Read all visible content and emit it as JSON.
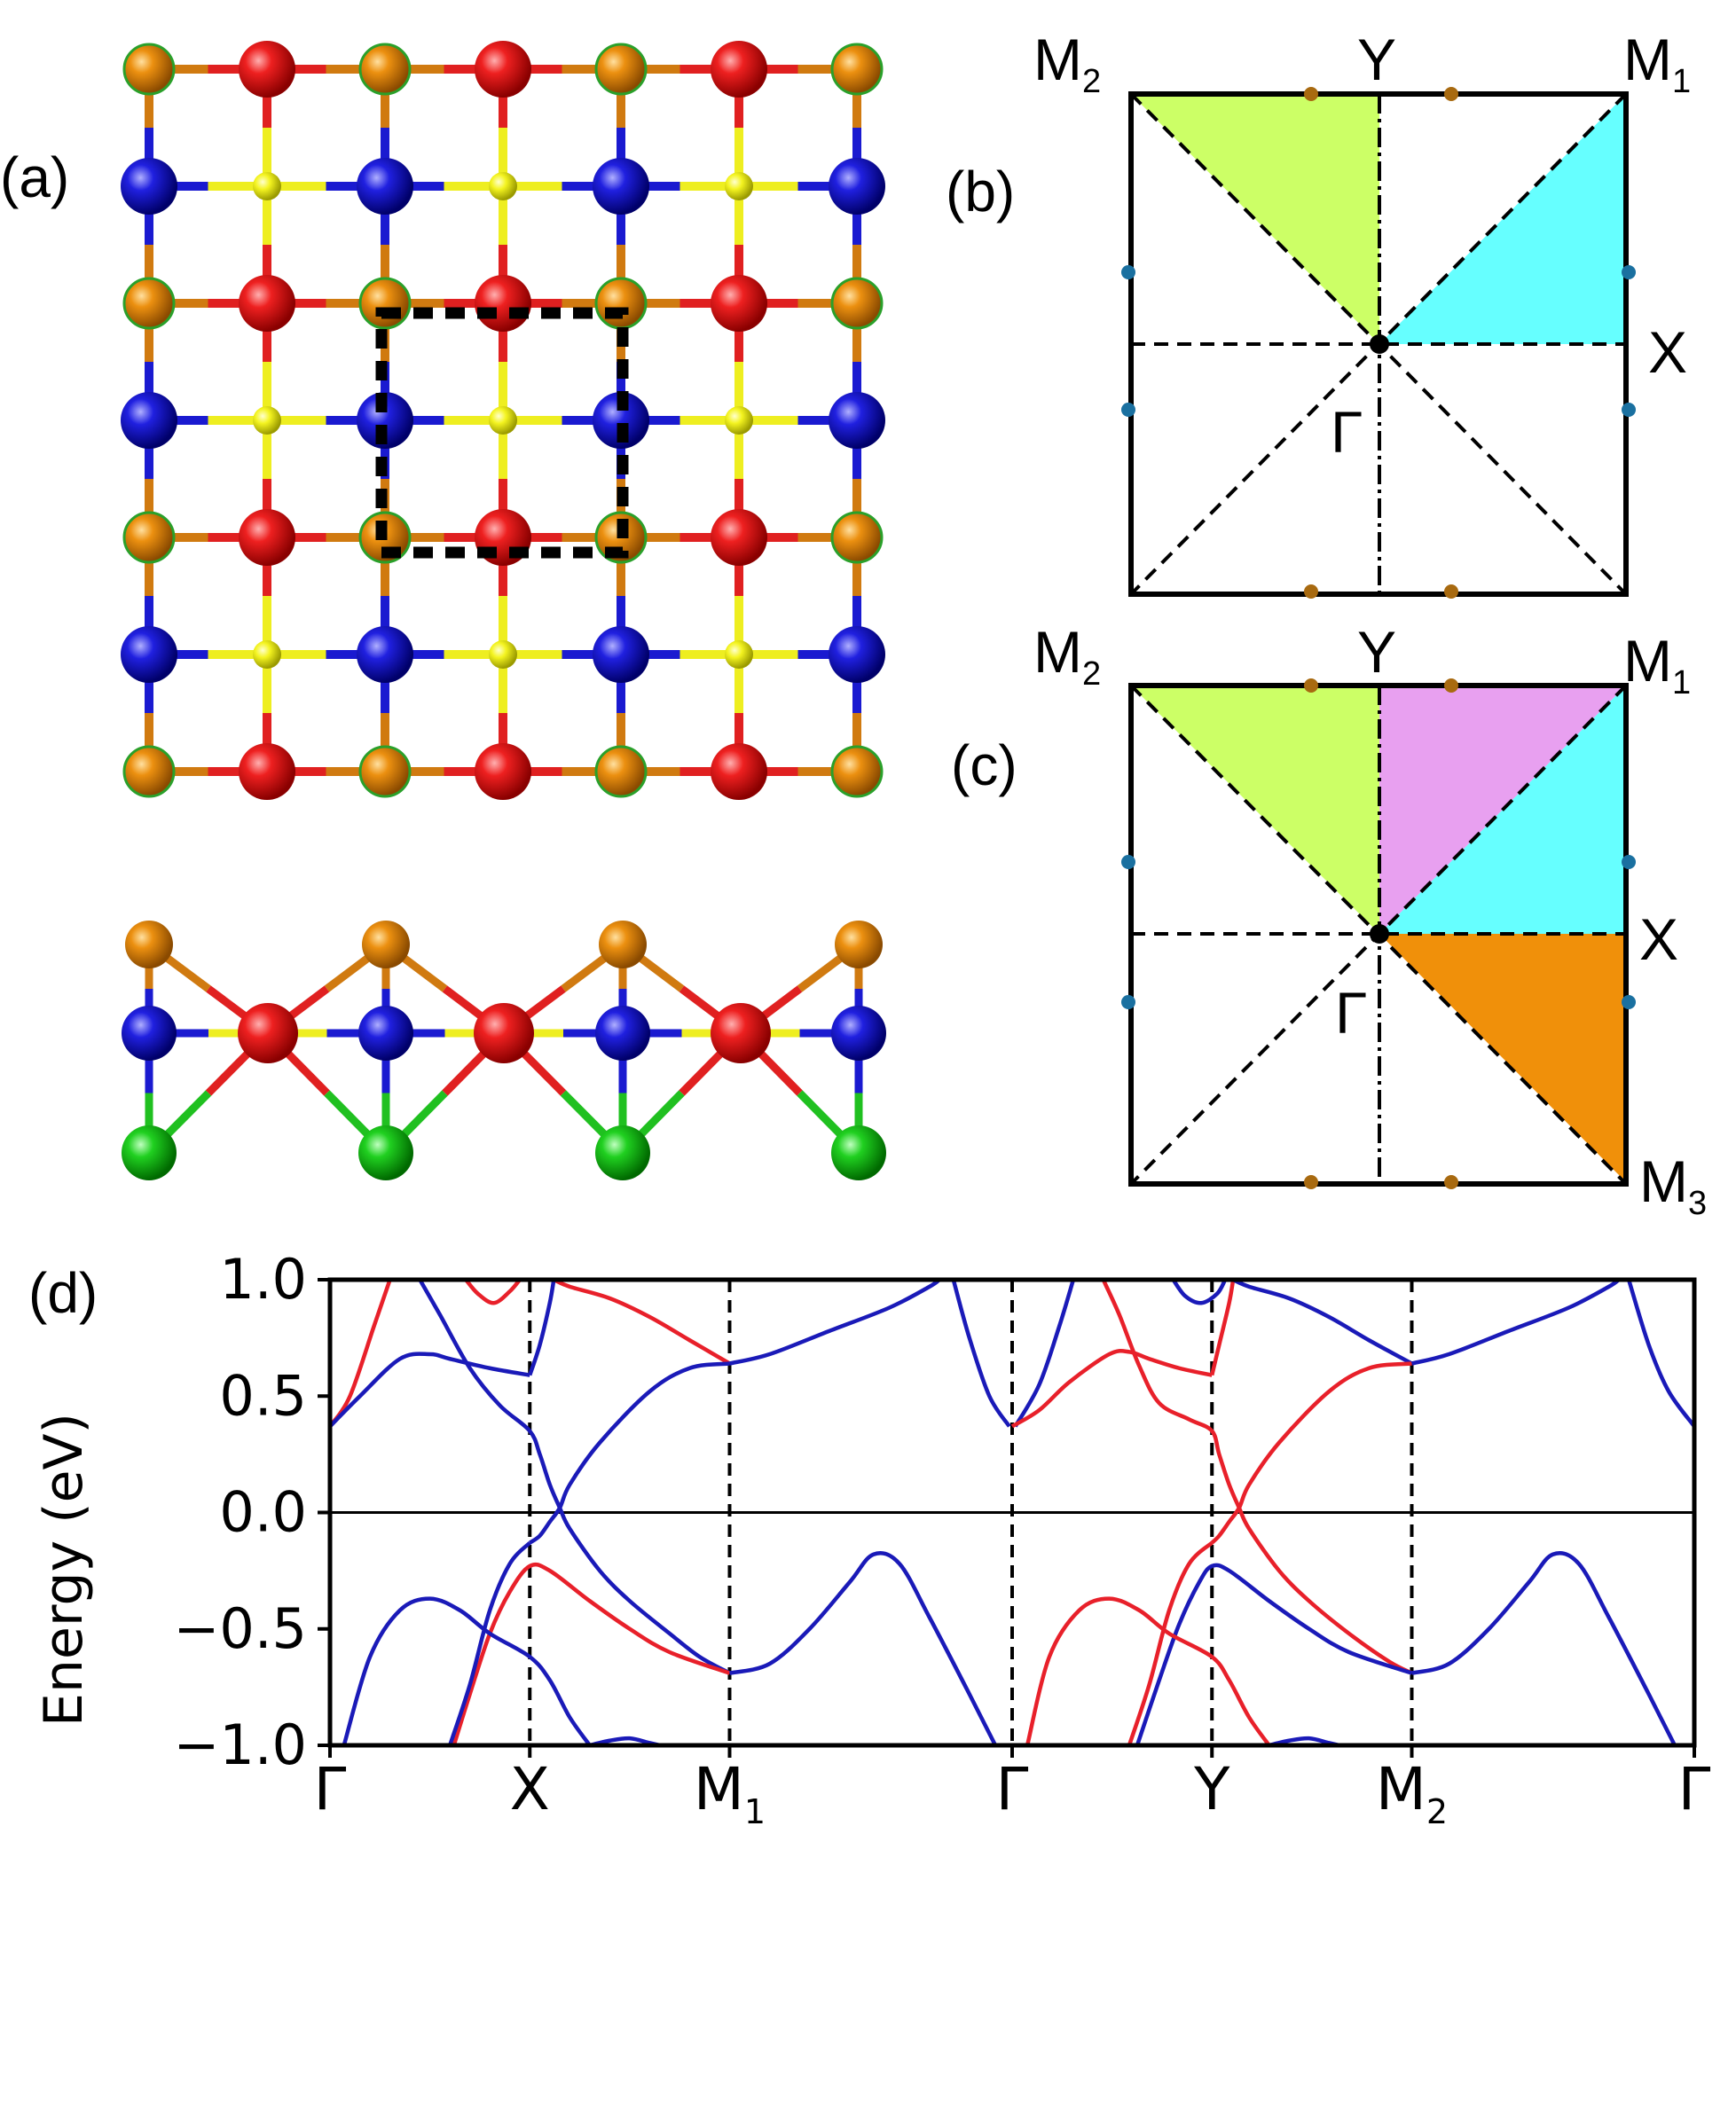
{
  "panels": {
    "a": {
      "label": "(a)"
    },
    "b": {
      "label": "(b)"
    },
    "c": {
      "label": "(c)"
    },
    "d": {
      "label": "(d)"
    }
  },
  "colors": {
    "red_atom": "#e01010",
    "blue_atom": "#1a1ad0",
    "orange_atom": "#e08a10",
    "yellow_atom": "#f0f020",
    "green_atom": "#20d020",
    "zone_lime": "#ccff66",
    "zone_cyan": "#66ffff",
    "zone_pink": "#e8a0f0",
    "zone_orange": "#f0900a",
    "dot_blue": "#1a70a0",
    "dot_brown": "#a86a10",
    "band_red": "#e8202a",
    "band_blue": "#1a1ab8"
  },
  "bz_b": {
    "labels": [
      {
        "main": "M",
        "sub": "2"
      },
      {
        "main": "Y",
        "sub": ""
      },
      {
        "main": "M",
        "sub": "1"
      },
      {
        "main": "X",
        "sub": ""
      },
      {
        "main": "Γ",
        "sub": ""
      }
    ]
  },
  "bz_c": {
    "labels": [
      {
        "main": "M",
        "sub": "2"
      },
      {
        "main": "Y",
        "sub": ""
      },
      {
        "main": "M",
        "sub": "1"
      },
      {
        "main": "X",
        "sub": ""
      },
      {
        "main": "Γ",
        "sub": ""
      },
      {
        "main": "M",
        "sub": "3"
      }
    ]
  },
  "chart_data": {
    "type": "line",
    "title": "",
    "xlabel": "",
    "ylabel": "Energy (eV)",
    "ylim": [
      -1.0,
      1.0
    ],
    "yticks": [
      "1.0",
      "0.5",
      "0.0",
      "−0.5",
      "−1.0"
    ],
    "ytick_values": [
      1.0,
      0.5,
      0.0,
      -0.5,
      -1.0
    ],
    "kpoints": [
      {
        "label": "Γ",
        "sub": "",
        "x": 0.0
      },
      {
        "label": "X",
        "sub": "",
        "x": 1.0
      },
      {
        "label": "M",
        "sub": "1",
        "x": 2.0
      },
      {
        "label": "Γ",
        "sub": "",
        "x": 3.414
      },
      {
        "label": "Y",
        "sub": "",
        "x": 4.414
      },
      {
        "label": "M",
        "sub": "2",
        "x": 5.414
      },
      {
        "label": "Γ",
        "sub": "",
        "x": 6.828
      }
    ],
    "xlim": [
      0.0,
      6.828
    ],
    "fermi_level": 0.0,
    "series": [
      {
        "color": "red",
        "points": [
          [
            0.0,
            0.37
          ],
          [
            0.1,
            0.5
          ],
          [
            0.22,
            0.8
          ],
          [
            0.3,
            1.0
          ]
        ]
      },
      {
        "color": "red",
        "points": [
          [
            0.68,
            1.0
          ],
          [
            0.74,
            0.94
          ],
          [
            0.82,
            0.9
          ],
          [
            0.9,
            0.95
          ],
          [
            0.95,
            1.0
          ]
        ]
      },
      {
        "color": "red",
        "points": [
          [
            1.12,
            1.0
          ],
          [
            1.2,
            0.97
          ],
          [
            1.4,
            0.92
          ],
          [
            1.6,
            0.84
          ],
          [
            1.8,
            0.74
          ],
          [
            2.0,
            0.64
          ]
        ]
      },
      {
        "color": "blue",
        "points": [
          [
            2.0,
            0.64
          ],
          [
            2.2,
            0.68
          ],
          [
            2.5,
            0.78
          ],
          [
            2.8,
            0.88
          ],
          [
            3.0,
            0.97
          ],
          [
            3.05,
            1.0
          ]
        ]
      },
      {
        "color": "blue",
        "points": [
          [
            0.0,
            0.37
          ],
          [
            0.15,
            0.5
          ],
          [
            0.35,
            0.66
          ],
          [
            0.5,
            0.68
          ],
          [
            0.6,
            0.66
          ],
          [
            0.8,
            0.62
          ],
          [
            1.0,
            0.59
          ]
        ]
      },
      {
        "color": "blue",
        "points": [
          [
            0.45,
            1.0
          ],
          [
            0.55,
            0.85
          ],
          [
            0.7,
            0.62
          ],
          [
            0.85,
            0.46
          ],
          [
            1.0,
            0.35
          ],
          [
            1.05,
            0.25
          ],
          [
            1.1,
            0.12
          ],
          [
            1.15,
            0.02
          ],
          [
            1.2,
            -0.07
          ],
          [
            1.35,
            -0.25
          ],
          [
            1.5,
            -0.38
          ],
          [
            1.7,
            -0.52
          ],
          [
            1.85,
            -0.62
          ],
          [
            2.0,
            -0.69
          ]
        ]
      },
      {
        "color": "blue",
        "points": [
          [
            1.0,
            0.59
          ],
          [
            1.05,
            0.72
          ],
          [
            1.1,
            0.9
          ],
          [
            1.12,
            1.0
          ]
        ]
      },
      {
        "color": "blue",
        "points": [
          [
            1.0,
            -0.13
          ],
          [
            1.05,
            -0.1
          ],
          [
            1.1,
            -0.04
          ],
          [
            1.15,
            0.02
          ],
          [
            1.2,
            0.12
          ],
          [
            1.35,
            0.3
          ],
          [
            1.6,
            0.52
          ],
          [
            1.8,
            0.62
          ],
          [
            2.0,
            0.64
          ]
        ]
      },
      {
        "color": "red",
        "points": [
          [
            0.62,
            -1.0
          ],
          [
            0.7,
            -0.78
          ],
          [
            0.8,
            -0.52
          ],
          [
            0.9,
            -0.34
          ],
          [
            1.0,
            -0.23
          ],
          [
            1.1,
            -0.25
          ],
          [
            1.3,
            -0.38
          ],
          [
            1.5,
            -0.5
          ],
          [
            1.7,
            -0.6
          ],
          [
            2.0,
            -0.69
          ]
        ]
      },
      {
        "color": "blue",
        "points": [
          [
            2.0,
            -0.69
          ],
          [
            2.2,
            -0.65
          ],
          [
            2.4,
            -0.5
          ],
          [
            2.6,
            -0.3
          ],
          [
            2.72,
            -0.18
          ],
          [
            2.85,
            -0.22
          ],
          [
            3.0,
            -0.45
          ],
          [
            3.2,
            -0.78
          ],
          [
            3.33,
            -1.0
          ]
        ]
      },
      {
        "color": "blue",
        "points": [
          [
            0.07,
            -1.0
          ],
          [
            0.2,
            -0.62
          ],
          [
            0.35,
            -0.42
          ],
          [
            0.5,
            -0.37
          ],
          [
            0.65,
            -0.42
          ],
          [
            0.8,
            -0.52
          ],
          [
            1.0,
            -0.62
          ],
          [
            1.1,
            -0.72
          ],
          [
            1.2,
            -0.88
          ],
          [
            1.3,
            -1.0
          ]
        ]
      },
      {
        "color": "blue",
        "points": [
          [
            0.6,
            -1.0
          ],
          [
            0.7,
            -0.74
          ],
          [
            0.8,
            -0.42
          ],
          [
            0.9,
            -0.22
          ],
          [
            1.0,
            -0.13
          ]
        ]
      },
      {
        "color": "blue",
        "points": [
          [
            1.3,
            -1.0
          ],
          [
            1.4,
            -0.98
          ],
          [
            1.5,
            -0.97
          ],
          [
            1.6,
            -0.99
          ],
          [
            1.65,
            -1.0
          ]
        ]
      },
      {
        "color": "blue",
        "points": [
          [
            3.4,
            0.37
          ],
          [
            3.3,
            0.5
          ],
          [
            3.2,
            0.75
          ],
          [
            3.12,
            1.0
          ]
        ]
      },
      {
        "color": "blue",
        "points": [
          [
            3.43,
            0.37
          ],
          [
            3.55,
            0.55
          ],
          [
            3.65,
            0.8
          ],
          [
            3.72,
            1.0
          ]
        ]
      },
      {
        "color": "red",
        "points": [
          [
            3.414,
            0.37
          ],
          [
            3.55,
            0.44
          ],
          [
            3.7,
            0.56
          ],
          [
            3.9,
            0.68
          ],
          [
            4.0,
            0.69
          ],
          [
            4.1,
            0.66
          ],
          [
            4.25,
            0.62
          ],
          [
            4.414,
            0.59
          ]
        ]
      },
      {
        "color": "red",
        "points": [
          [
            3.87,
            1.0
          ],
          [
            3.95,
            0.85
          ],
          [
            4.05,
            0.63
          ],
          [
            4.15,
            0.47
          ],
          [
            4.3,
            0.4
          ],
          [
            4.414,
            0.35
          ],
          [
            4.45,
            0.25
          ],
          [
            4.5,
            0.12
          ],
          [
            4.55,
            0.02
          ],
          [
            4.6,
            -0.07
          ],
          [
            4.75,
            -0.25
          ],
          [
            4.9,
            -0.38
          ],
          [
            5.1,
            -0.52
          ],
          [
            5.3,
            -0.64
          ],
          [
            5.414,
            -0.69
          ]
        ]
      },
      {
        "color": "blue",
        "points": [
          [
            4.22,
            1.0
          ],
          [
            4.28,
            0.93
          ],
          [
            4.36,
            0.9
          ],
          [
            4.44,
            0.94
          ],
          [
            4.48,
            1.0
          ]
        ]
      },
      {
        "color": "red",
        "points": [
          [
            4.414,
            0.59
          ],
          [
            4.45,
            0.72
          ],
          [
            4.5,
            0.9
          ],
          [
            4.52,
            1.0
          ]
        ]
      },
      {
        "color": "blue",
        "points": [
          [
            4.52,
            1.0
          ],
          [
            4.6,
            0.97
          ],
          [
            4.8,
            0.92
          ],
          [
            5.0,
            0.84
          ],
          [
            5.2,
            0.74
          ],
          [
            5.414,
            0.64
          ]
        ]
      },
      {
        "color": "red",
        "points": [
          [
            4.414,
            -0.13
          ],
          [
            4.45,
            -0.1
          ],
          [
            4.5,
            -0.04
          ],
          [
            4.55,
            0.02
          ],
          [
            4.6,
            0.12
          ],
          [
            4.75,
            0.3
          ],
          [
            5.0,
            0.52
          ],
          [
            5.2,
            0.62
          ],
          [
            5.414,
            0.64
          ]
        ]
      },
      {
        "color": "blue",
        "points": [
          [
            5.414,
            0.64
          ],
          [
            5.6,
            0.68
          ],
          [
            5.9,
            0.78
          ],
          [
            6.2,
            0.88
          ],
          [
            6.4,
            0.97
          ],
          [
            6.45,
            1.0
          ]
        ]
      },
      {
        "color": "blue",
        "points": [
          [
            6.5,
            1.0
          ],
          [
            6.6,
            0.72
          ],
          [
            6.7,
            0.52
          ],
          [
            6.828,
            0.37
          ]
        ]
      },
      {
        "color": "blue",
        "points": [
          [
            4.04,
            -1.0
          ],
          [
            4.15,
            -0.72
          ],
          [
            4.25,
            -0.48
          ],
          [
            4.35,
            -0.3
          ],
          [
            4.414,
            -0.23
          ],
          [
            4.5,
            -0.25
          ],
          [
            4.7,
            -0.38
          ],
          [
            4.9,
            -0.5
          ],
          [
            5.1,
            -0.6
          ],
          [
            5.414,
            -0.69
          ]
        ]
      },
      {
        "color": "blue",
        "points": [
          [
            5.414,
            -0.69
          ],
          [
            5.6,
            -0.65
          ],
          [
            5.8,
            -0.5
          ],
          [
            6.0,
            -0.3
          ],
          [
            6.12,
            -0.18
          ],
          [
            6.25,
            -0.22
          ],
          [
            6.4,
            -0.45
          ],
          [
            6.6,
            -0.78
          ],
          [
            6.73,
            -1.0
          ]
        ]
      },
      {
        "color": "red",
        "points": [
          [
            3.49,
            -1.0
          ],
          [
            3.6,
            -0.62
          ],
          [
            3.75,
            -0.42
          ],
          [
            3.9,
            -0.37
          ],
          [
            4.05,
            -0.42
          ],
          [
            4.2,
            -0.52
          ],
          [
            4.414,
            -0.62
          ],
          [
            4.5,
            -0.72
          ],
          [
            4.6,
            -0.88
          ],
          [
            4.7,
            -1.0
          ]
        ]
      },
      {
        "color": "red",
        "points": [
          [
            4.0,
            -1.0
          ],
          [
            4.1,
            -0.74
          ],
          [
            4.2,
            -0.42
          ],
          [
            4.3,
            -0.22
          ],
          [
            4.414,
            -0.13
          ]
        ]
      },
      {
        "color": "blue",
        "points": [
          [
            4.7,
            -1.0
          ],
          [
            4.8,
            -0.98
          ],
          [
            4.9,
            -0.97
          ],
          [
            5.0,
            -0.99
          ],
          [
            5.05,
            -1.0
          ]
        ]
      }
    ]
  }
}
